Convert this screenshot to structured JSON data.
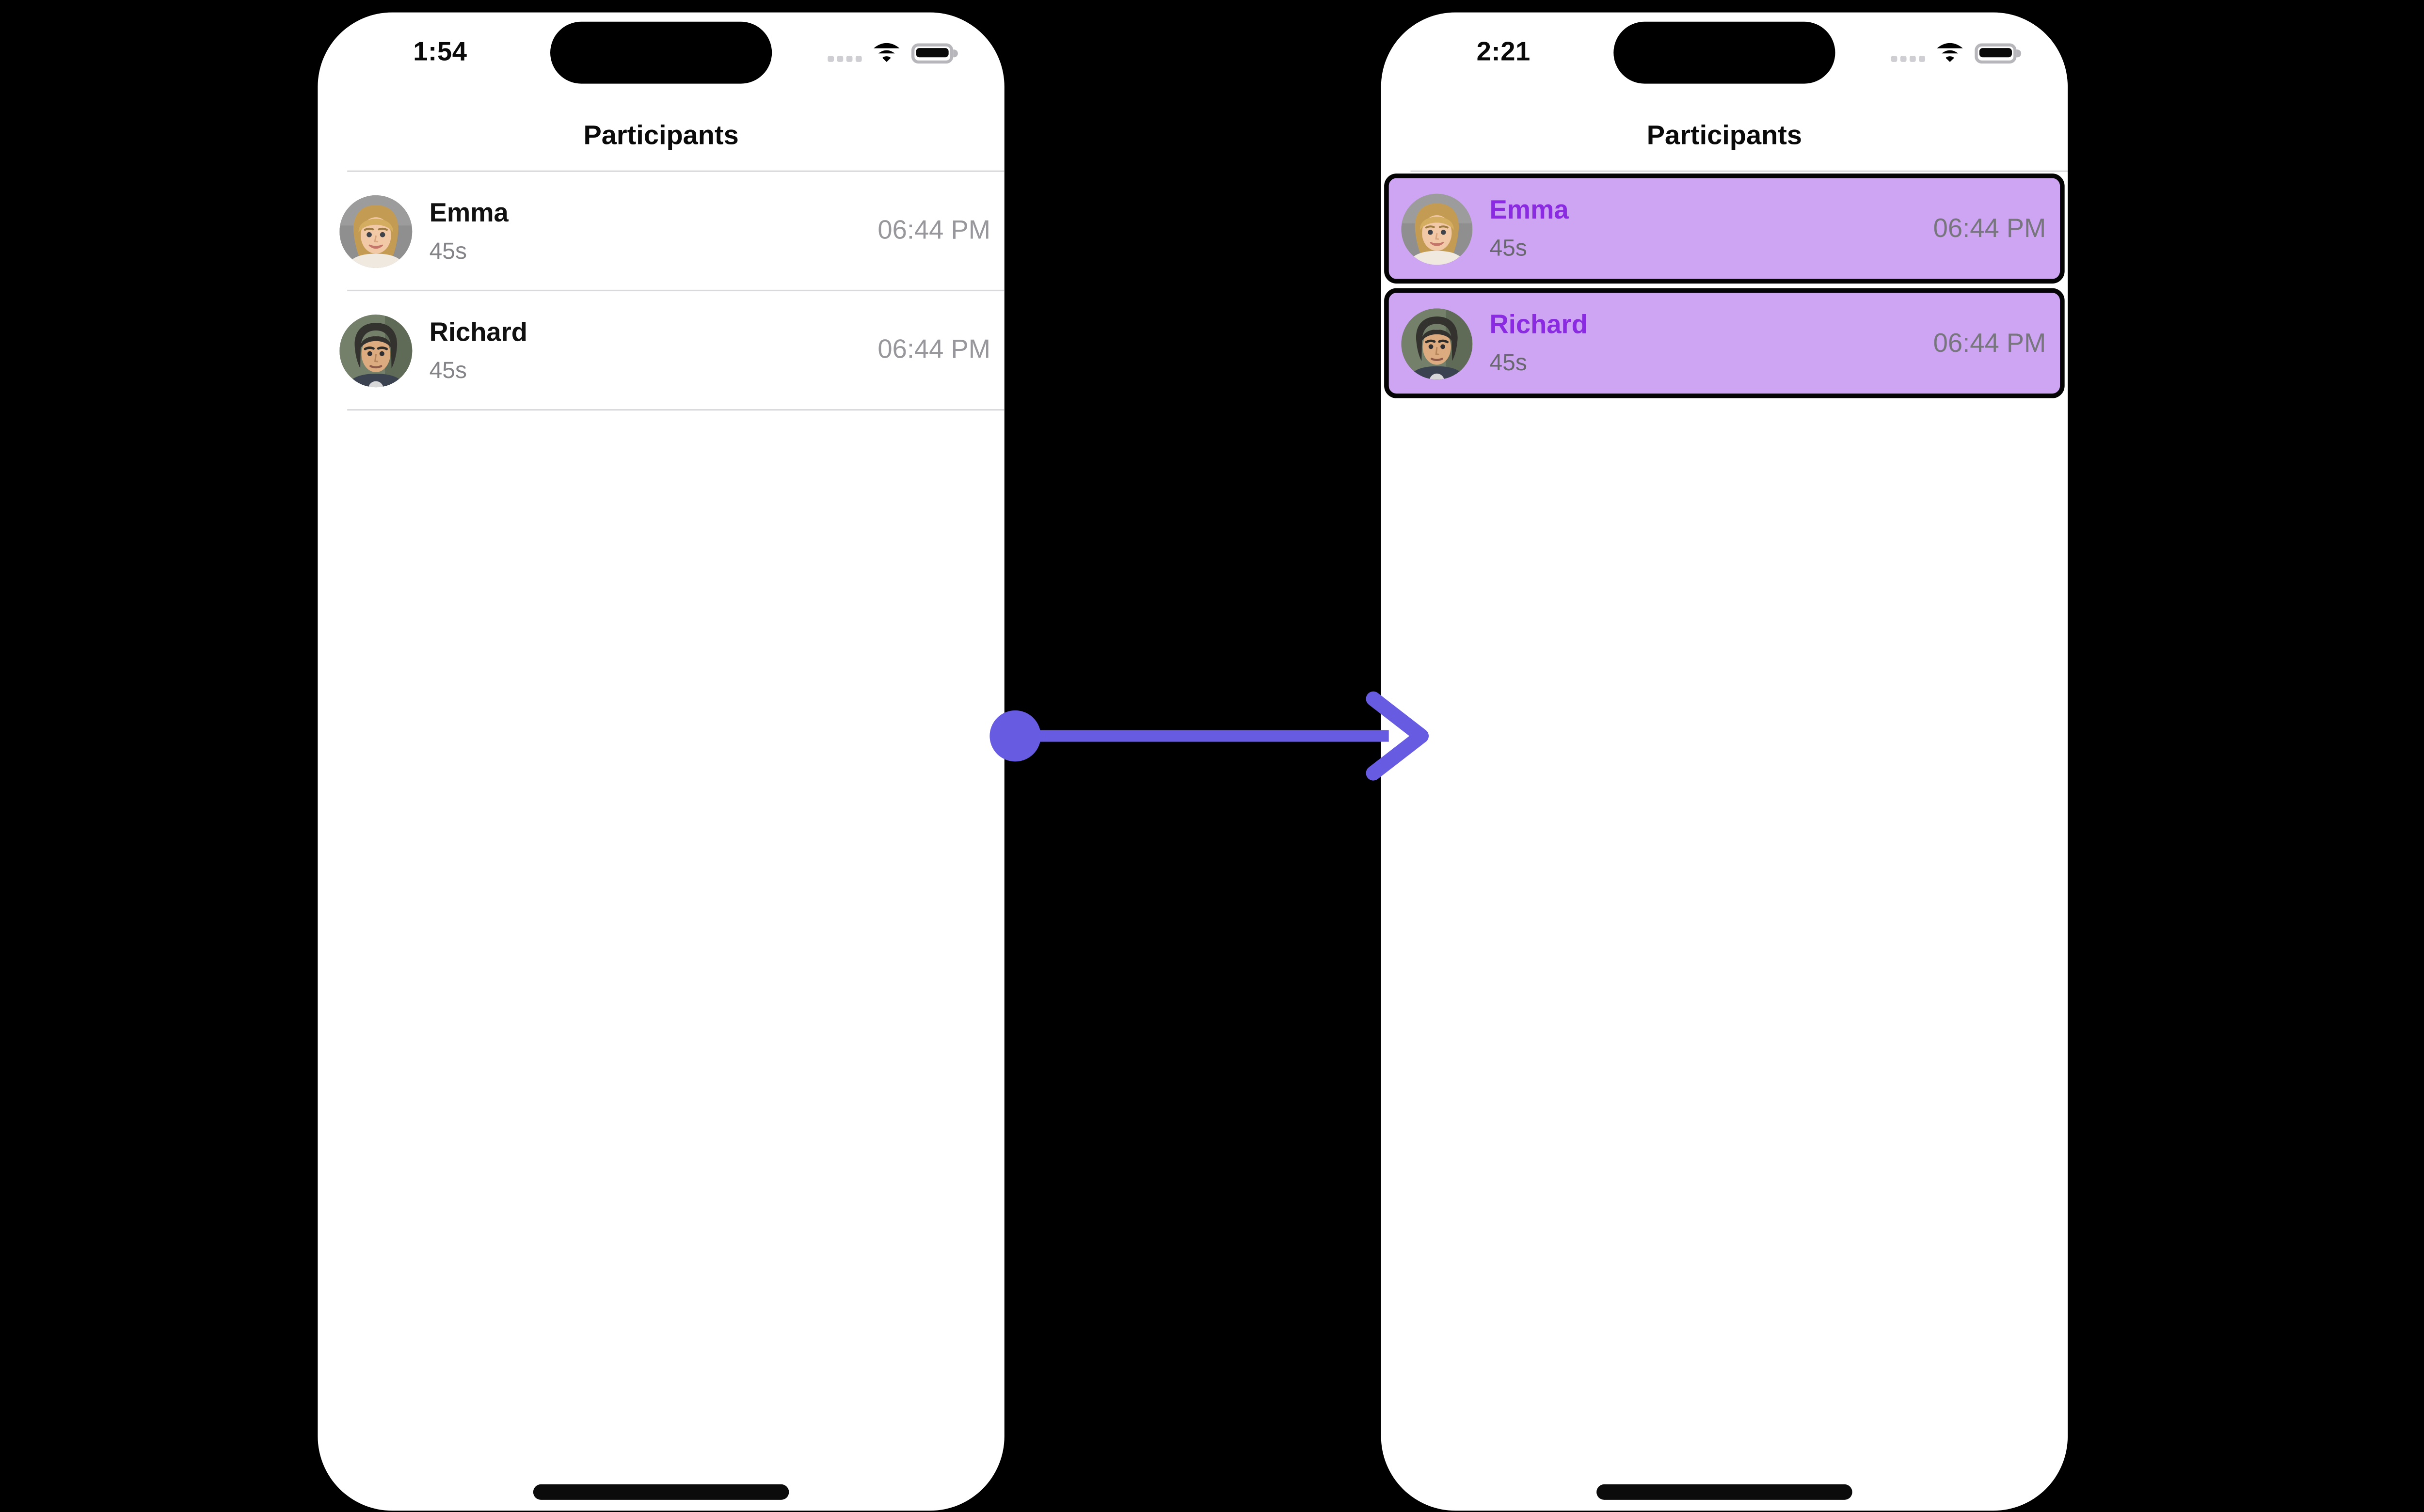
{
  "scene": {
    "background": "#000000",
    "description_labels": {}
  },
  "colors": {
    "row_highlight": "#CDA5F2",
    "highlight_name": "#8A2BE2",
    "arrow": "#675CE1",
    "divider": "#D9D9DB",
    "text_primary": "#111111",
    "text_secondary": "#848488",
    "time_secondary": "#97979C"
  },
  "status_icons": [
    "cellular-signal-icon",
    "wifi-icon",
    "battery-icon"
  ],
  "left_phone": {
    "status_time": "1:54",
    "header_title": "Participants",
    "participants": [
      {
        "name": "Emma",
        "duration": "45s",
        "time": "06:44 PM",
        "avatar": "emma-avatar"
      },
      {
        "name": "Richard",
        "duration": "45s",
        "time": "06:44 PM",
        "avatar": "richard-avatar"
      }
    ]
  },
  "right_phone": {
    "status_time": "2:21",
    "header_title": "Participants",
    "participants": [
      {
        "name": "Emma",
        "duration": "45s",
        "time": "06:44 PM",
        "avatar": "emma-avatar"
      },
      {
        "name": "Richard",
        "duration": "45s",
        "time": "06:44 PM",
        "avatar": "richard-avatar"
      }
    ]
  }
}
